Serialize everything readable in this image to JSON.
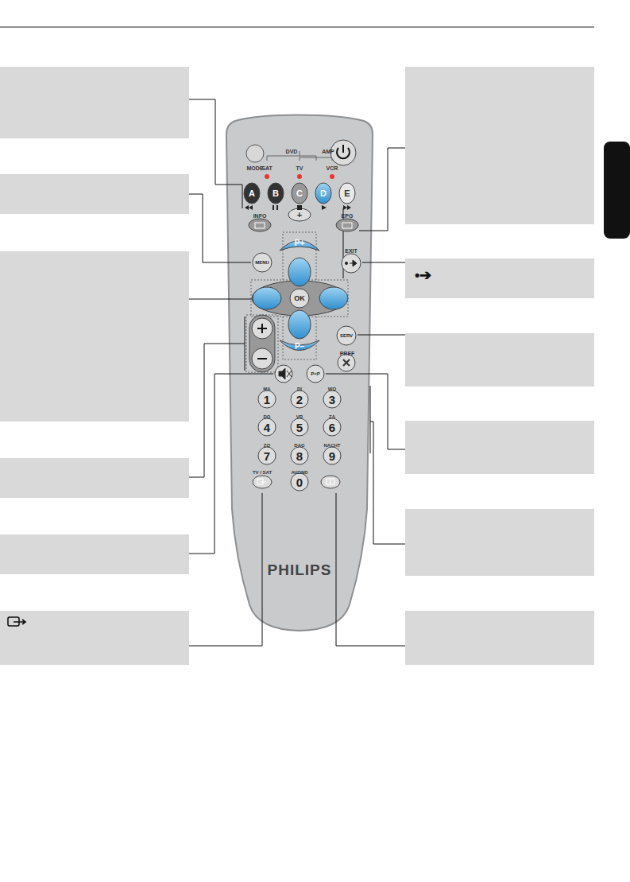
{
  "diagram": {
    "nodes": [
      {
        "text": [
          "•➔"
        ]
      }
    ],
    "labels": [
      "MODE",
      "DVD",
      "AMP",
      "SAT",
      "TV",
      "VCR",
      "A",
      "B",
      "C",
      "D",
      "E",
      "INFO",
      "+",
      "EPG",
      "EXIT",
      "MENU",
      "P+",
      "OK",
      "SERV",
      "PREF",
      "P<P",
      "MA",
      "DI",
      "WO",
      "1",
      "2",
      "3",
      "DO",
      "VR",
      "ZA",
      "4",
      "5",
      "6",
      "ZO",
      "DAG",
      "NACHT",
      "7",
      "8",
      "9",
      "TV / SAT",
      "AVOND",
      "0",
      "PHILIPS",
      "P–"
    ]
  }
}
